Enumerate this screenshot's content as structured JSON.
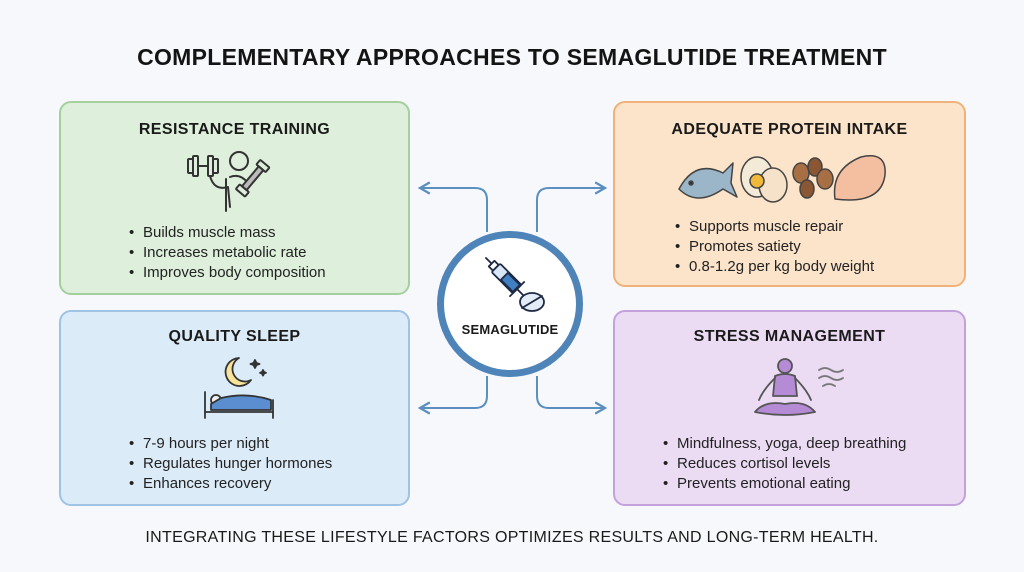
{
  "title": "COMPLEMENTARY APPROACHES TO SEMAGLUTIDE TREATMENT",
  "center": {
    "label": "SEMAGLUTIDE",
    "icon": "syringe-pill-icon"
  },
  "cards": {
    "resistance": {
      "title": "RESISTANCE TRAINING",
      "icon": "dumbbell-person-icon",
      "bullets": [
        "Builds muscle mass",
        "Increases metabolic rate",
        "Improves body composition"
      ]
    },
    "protein": {
      "title": "ADEQUATE PROTEIN INTAKE",
      "icon": "protein-foods-icon",
      "bullets": [
        "Supports muscle repair",
        "Promotes satiety",
        "0.8-1.2g per kg body weight"
      ]
    },
    "sleep": {
      "title": "QUALITY SLEEP",
      "icon": "sleep-bed-icon",
      "bullets": [
        "7-9 hours per night",
        "Regulates hunger hormones",
        "Enhances recovery"
      ]
    },
    "stress": {
      "title": "STRESS MANAGEMENT",
      "icon": "meditation-icon",
      "bullets": [
        "Mindfulness, yoga, deep breathing",
        "Reduces cortisol levels",
        "Prevents emotional eating"
      ]
    }
  },
  "footer": "INTEGRATING THESE LIFESTYLE FACTORS OPTIMIZES RESULTS AND LONG-TERM HEALTH.",
  "colors": {
    "resistance_bg": "#def0dc",
    "protein_bg": "#fce4cb",
    "sleep_bg": "#dcebf8",
    "stress_bg": "#ebdcf4",
    "connector": "#5a8fc0"
  }
}
